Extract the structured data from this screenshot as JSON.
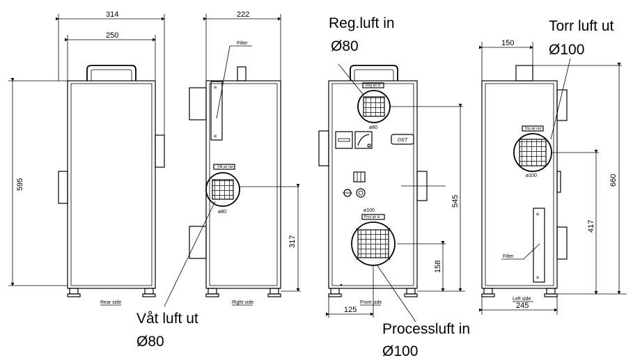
{
  "callouts": {
    "reg_title": "Reg.luft in",
    "reg_size": "Ø80",
    "torr_title": "Torr luft ut",
    "torr_size": "Ø100",
    "vat_title": "Våt luft ut",
    "vat_size": "Ø80",
    "process_title": "Processluft in",
    "process_size": "Ø100"
  },
  "dimensions": {
    "rear_width_outer": "314",
    "rear_width_inner": "250",
    "rear_height": "595",
    "right_width": "222",
    "right_outlet_height": "317",
    "front_width_offset": "125",
    "front_process_height": "158",
    "front_reg_height": "545",
    "left_offset": "150",
    "left_width": "245",
    "left_height": "660",
    "left_inlet_height": "417"
  },
  "labels": {
    "rear_side": "Rear side",
    "right_side": "Right side",
    "front_side": "Front side",
    "left_side": "Left side",
    "filter_right": "Filter",
    "filter_left": "Filter",
    "wet_air_out_plate": "Våt air out",
    "reg_air_in_plate": "Reg air in",
    "process_air_in_plate": "Proc air in",
    "dry_air_out_plate": "Dry air out",
    "dst_logo": "DST",
    "phi80_right": "ø80",
    "phi80_front": "ø80",
    "phi100_front": "ø100",
    "phi100_left": "ø100"
  }
}
